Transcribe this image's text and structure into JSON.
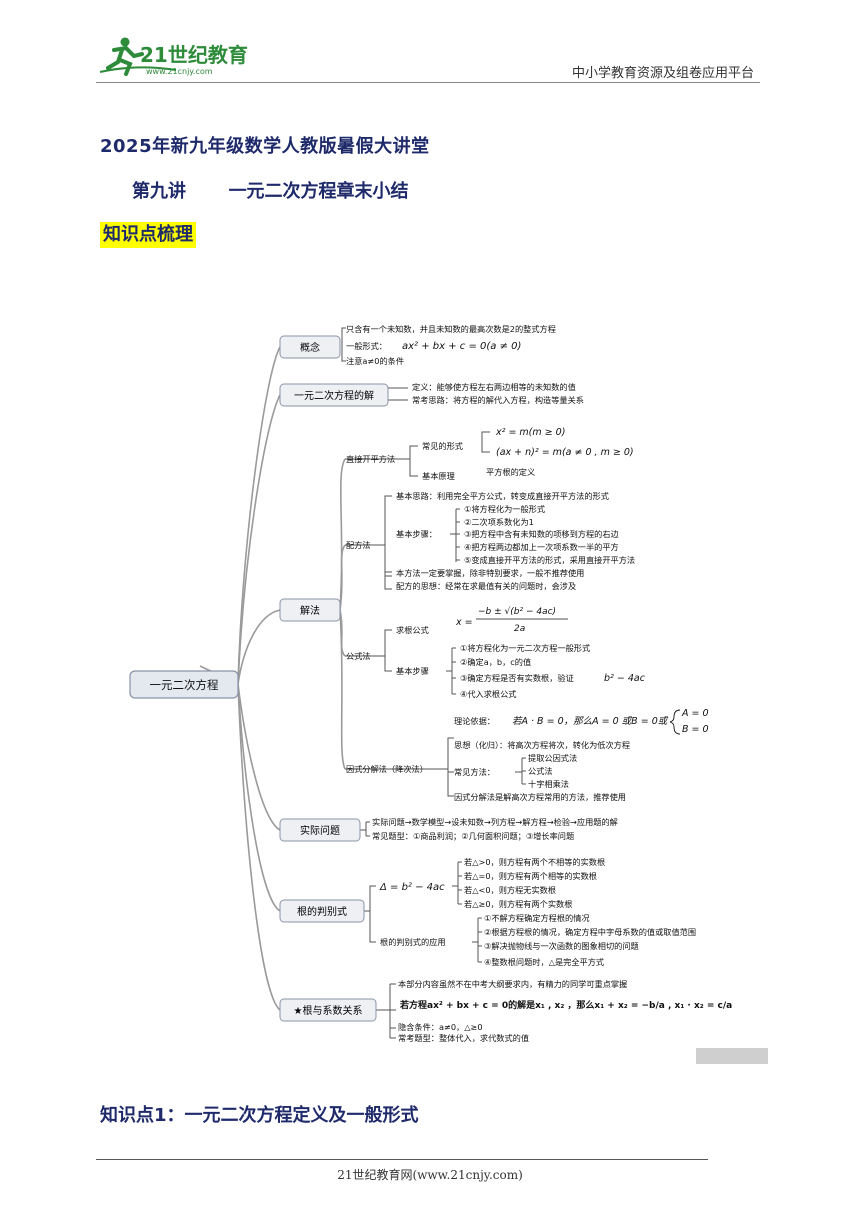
{
  "header": {
    "logo_text": "21世纪教育",
    "logo_url_text": "www.21cnjy.com",
    "right_text": "中小学教育资源及组卷应用平台"
  },
  "course_title": "2025年新九年级数学人教版暑假大讲堂",
  "lesson": {
    "number": "第九讲",
    "title": "一元二次方程章末小结"
  },
  "section_title": "知识点梳理",
  "mindmap": {
    "root": "一元二次方程",
    "concept": {
      "label": "概念",
      "line1": "只含有一个未知数，并且未知数的最高次数是2的整式方程",
      "general_prefix": "一般形式：",
      "general_formula": "ax² + bx + c = 0(a ≠ 0)",
      "note": "注意a≠0的条件"
    },
    "solution": {
      "label": "一元二次方程的解",
      "line1": "定义：能够使方程左右两边相等的未知数的值",
      "line2": "常考思路：将方程的解代入方程，构造等量关系"
    },
    "methods": {
      "label": "解法",
      "direct": {
        "label": "直接开平方法",
        "forms_label": "常见的形式",
        "form1": "x² = m(m ≥ 0)",
        "form2": "(ax + n)² = m(a ≠ 0 , m ≥ 0)",
        "principle_label": "基本原理",
        "principle": "平方根的定义"
      },
      "complete": {
        "label": "配方法",
        "idea": "基本思路：利用完全平方公式，转变成直接开平方法的形式",
        "steps_label": "基本步骤：",
        "steps": [
          "①将方程化为一般形式",
          "②二次项系数化为1",
          "③把方程中含有未知数的项移到方程的右边",
          "④把方程两边都加上一次项系数一半的平方",
          "⑤变成直接开平方法的形式，采用直接开平方法"
        ],
        "note1": "本方法一定要掌握，除非特别要求，一般不推荐使用",
        "note2": "配方的思想：经常在求最值有关的问题时，会涉及"
      },
      "formula": {
        "label": "公式法",
        "root_label": "求根公式",
        "x_eq": "x =",
        "numerator": "−b ± √(b² − 4ac)",
        "denominator": "2a",
        "steps_label": "基本步骤",
        "step1": "①将方程化为一元二次方程一般形式",
        "step2": "②确定a，b，c的值",
        "step3": "③确定方程是否有实数根，验证",
        "step3_expr": "b² − 4ac",
        "step4": "④代入求根公式"
      },
      "factor": {
        "label": "因式分解法（降次法）",
        "theory_label": "理论依据：",
        "theory_expr": "若A · B = 0，那么A = 0 或B = 0或",
        "case_a": "A = 0",
        "case_b": "B = 0",
        "idea": "思想（化归）：将高次方程将次，转化为低次方程",
        "common_label": "常见方法：",
        "methods": [
          "提取公因式法",
          "公式法",
          "十字相乘法"
        ],
        "note": "因式分解法是解高次方程常用的方法，推荐使用"
      }
    },
    "practical": {
      "label": "实际问题",
      "line1": "实际问题→数学模型→设未知数→列方程→解方程→检验→应用题的解",
      "line2": "常见题型：①商品利润；②几何面积问题；③增长率问题"
    },
    "discriminant": {
      "label": "根的判别式",
      "formula": "Δ = b² − 4ac",
      "cases": [
        "若△>0，则方程有两个不相等的实数根",
        "若△=0，则方程有两个相等的实数根",
        "若△<0，则方程无实数根",
        "若△≥0，则方程有两个实数根"
      ],
      "apps_label": "根的判别式的应用",
      "apps": [
        "①不解方程确定方程根的情况",
        "②根据方程根的情况，确定方程中字母系数的值或取值范围",
        "③解决抛物线与一次函数的图象相切的问题",
        "④整数根问题时，△是完全平方式"
      ]
    },
    "vieta": {
      "label": "★根与系数关系",
      "note": "本部分内容虽然不在中考大纲要求内，有精力的同学可重点掌握",
      "statement": "若方程ax² + bx + c = 0的解是x₁ , x₂ ，那么x₁ + x₂ = −b/a , x₁ · x₂ = c/a",
      "hidden": "隐含条件：a≠0，△≥0",
      "common": "常考题型：整体代入，求代数式的值"
    }
  },
  "kp1_title": "知识点1：一元二次方程定义及一般形式",
  "footer": "21世纪教育网(www.21cnjy.com)"
}
